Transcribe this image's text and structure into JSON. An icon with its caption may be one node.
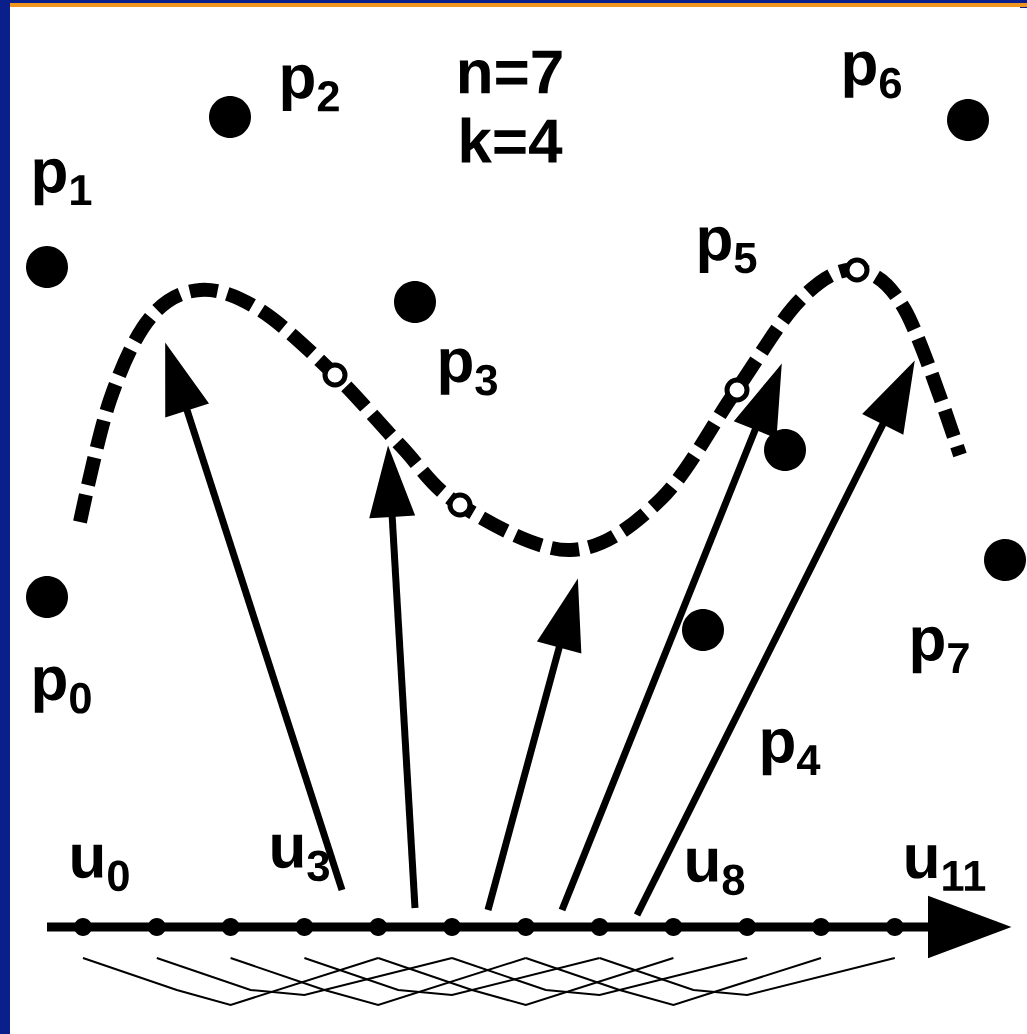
{
  "diagram": {
    "nodes": [
      {
        "text": [],
        "shape": "circle",
        "beside": [
          "p$_{0}$"
        ]
      },
      {
        "text": [],
        "shape": "circle",
        "beside": [
          "p$_{1}$"
        ]
      },
      {
        "text": [],
        "shape": "circle",
        "beside": [
          "p$_{2}$"
        ]
      },
      {
        "text": [],
        "shape": "circle",
        "beside": [
          "p$_{3}$"
        ]
      },
      {
        "text": [],
        "shape": "circle",
        "beside": [
          "p$_{4}$"
        ]
      },
      {
        "text": [],
        "shape": "circle",
        "beside": [
          "p$_{5}$"
        ]
      },
      {
        "text": [],
        "shape": "circle",
        "beside": [
          "p$_{6}$"
        ]
      },
      {
        "text": [],
        "shape": "circle",
        "beside": [
          "p$_{7}$"
        ]
      }
    ],
    "labels": [
      "n=7",
      "k=4",
      "u$_{0}$",
      "u$_{3}$",
      "u$_{8}$",
      "u$_{11}$"
    ]
  }
}
